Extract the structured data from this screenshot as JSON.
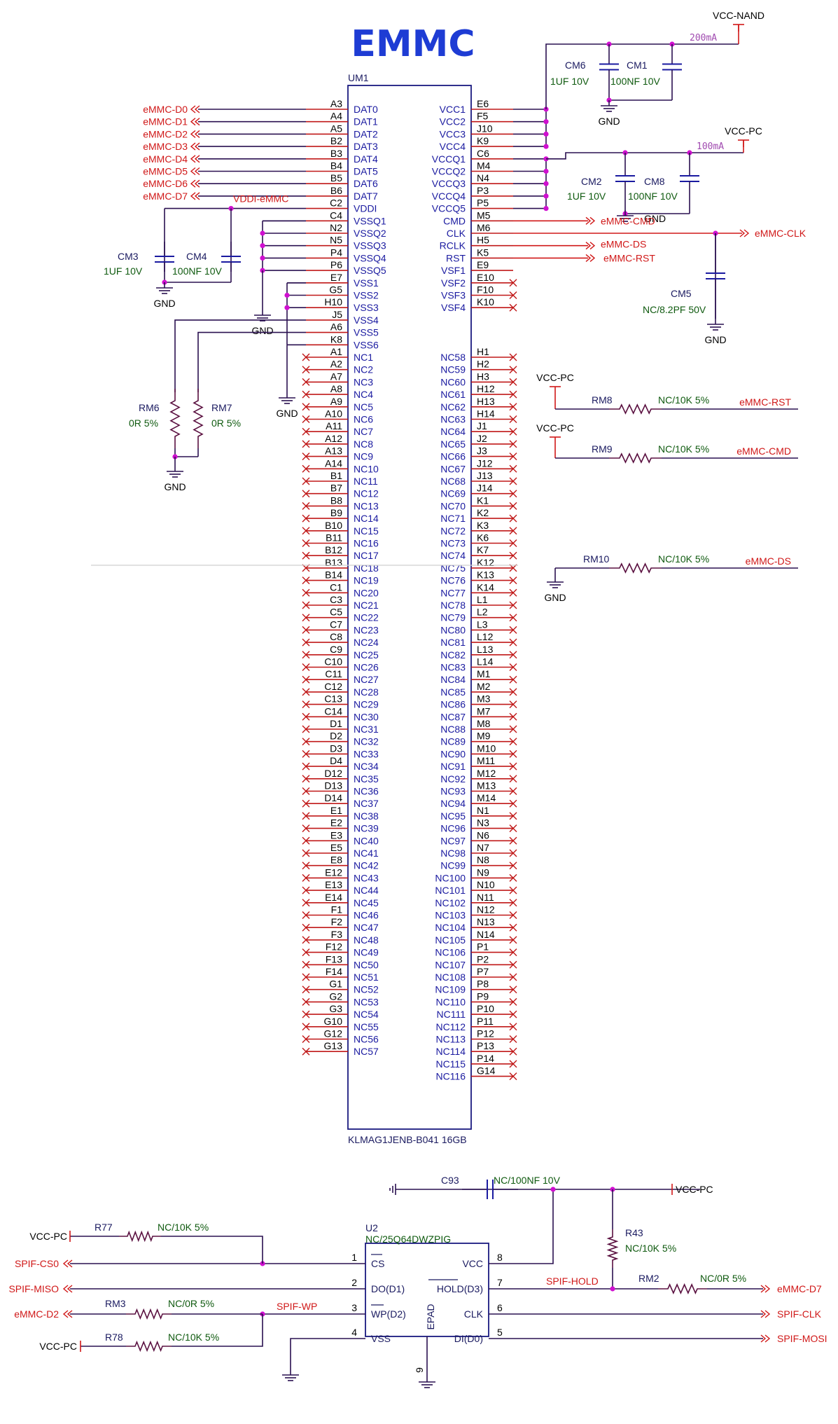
{
  "title": "EMMC",
  "ic": {
    "ref": "UM1",
    "part": "KLMAG1JENB-B041 16GB",
    "left_pins": [
      {
        "num": "A3",
        "name": "DAT0"
      },
      {
        "num": "A4",
        "name": "DAT1"
      },
      {
        "num": "A5",
        "name": "DAT2"
      },
      {
        "num": "B2",
        "name": "DAT3"
      },
      {
        "num": "B3",
        "name": "DAT4"
      },
      {
        "num": "B4",
        "name": "DAT5"
      },
      {
        "num": "B5",
        "name": "DAT6"
      },
      {
        "num": "B6",
        "name": "DAT7"
      },
      {
        "num": "C2",
        "name": "VDDI"
      },
      {
        "num": "C4",
        "name": "VSSQ1"
      },
      {
        "num": "N2",
        "name": "VSSQ2"
      },
      {
        "num": "N5",
        "name": "VSSQ3"
      },
      {
        "num": "P4",
        "name": "VSSQ4"
      },
      {
        "num": "P6",
        "name": "VSSQ5"
      },
      {
        "num": "E7",
        "name": "VSS1"
      },
      {
        "num": "G5",
        "name": "VSS2"
      },
      {
        "num": "H10",
        "name": "VSS3"
      },
      {
        "num": "J5",
        "name": "VSS4"
      },
      {
        "num": "A6",
        "name": "VSS5"
      },
      {
        "num": "K8",
        "name": "VSS6"
      }
    ],
    "left_nc_nums": [
      "A1",
      "A2",
      "A7",
      "A8",
      "A9",
      "A10",
      "A11",
      "A12",
      "A13",
      "A14",
      "B1",
      "B7",
      "B8",
      "B9",
      "B10",
      "B11",
      "B12",
      "B13",
      "B14",
      "C1",
      "C3",
      "C5",
      "C7",
      "C8",
      "C9",
      "C10",
      "C11",
      "C12",
      "C13",
      "C14",
      "D1",
      "D2",
      "D3",
      "D4",
      "D12",
      "D13",
      "D14",
      "E1",
      "E2",
      "E3",
      "E5",
      "E8",
      "E12",
      "E13",
      "E14",
      "F1",
      "F2",
      "F3",
      "F12",
      "F13",
      "F14",
      "G1",
      "G2",
      "G3",
      "G10",
      "G12",
      "G13"
    ],
    "right_pins": [
      {
        "num": "E6",
        "name": "VCC1"
      },
      {
        "num": "F5",
        "name": "VCC2"
      },
      {
        "num": "J10",
        "name": "VCC3"
      },
      {
        "num": "K9",
        "name": "VCC4"
      },
      {
        "num": "C6",
        "name": "VCCQ1"
      },
      {
        "num": "M4",
        "name": "VCCQ2"
      },
      {
        "num": "N4",
        "name": "VCCQ3"
      },
      {
        "num": "P3",
        "name": "VCCQ4"
      },
      {
        "num": "P5",
        "name": "VCCQ5"
      },
      {
        "num": "M5",
        "name": "CMD"
      },
      {
        "num": "M6",
        "name": "CLK"
      },
      {
        "num": "H5",
        "name": "RCLK"
      },
      {
        "num": "K5",
        "name": "RST"
      },
      {
        "num": "E9",
        "name": "VSF1"
      },
      {
        "num": "E10",
        "name": "VSF2"
      },
      {
        "num": "F10",
        "name": "VSF3"
      },
      {
        "num": "K10",
        "name": "VSF4"
      }
    ],
    "right_nc_nums": [
      "H1",
      "H2",
      "H3",
      "H12",
      "H13",
      "H14",
      "J1",
      "J2",
      "J3",
      "J12",
      "J13",
      "J14",
      "K1",
      "K2",
      "K3",
      "K6",
      "K7",
      "K12",
      "K13",
      "K14",
      "L1",
      "L2",
      "L3",
      "L12",
      "L13",
      "L14",
      "M1",
      "M2",
      "M3",
      "M7",
      "M8",
      "M9",
      "M10",
      "M11",
      "M12",
      "M13",
      "M14",
      "N1",
      "N3",
      "N6",
      "N7",
      "N8",
      "N9",
      "N10",
      "N11",
      "N12",
      "N13",
      "N14",
      "P1",
      "P2",
      "P7",
      "P8",
      "P9",
      "P10",
      "P11",
      "P12",
      "P13",
      "P14",
      "G14"
    ],
    "nc_left_start": 1,
    "nc_right_start": 58
  },
  "nets": {
    "d": [
      "eMMC-D0",
      "eMMC-D1",
      "eMMC-D2",
      "eMMC-D3",
      "eMMC-D4",
      "eMMC-D5",
      "eMMC-D6",
      "eMMC-D7"
    ],
    "cmd": "eMMC-CMD",
    "clk": "eMMC-CLK",
    "ds": "eMMC-DS",
    "rst": "eMMC-RST",
    "vddi": "VDDI-eMMC",
    "vcc_nand": "VCC-NAND",
    "vcc_pc": "VCC-PC",
    "gnd": "GND",
    "spif_wp": "SPIF-WP",
    "spif_hold": "SPIF-HOLD",
    "spif_cs0": "SPIF-CS0",
    "spif_miso": "SPIF-MISO",
    "spif_clk": "SPIF-CLK",
    "spif_mosi": "SPIF-MOSI",
    "emmc_d2": "eMMC-D2",
    "emmc_d7": "eMMC-D7"
  },
  "annotations": {
    "current_nand": "200mA",
    "current_pc": "100mA"
  },
  "components": {
    "CM6": {
      "ref": "CM6",
      "value": "1UF 10V"
    },
    "CM1": {
      "ref": "CM1",
      "value": "100NF 10V"
    },
    "CM2": {
      "ref": "CM2",
      "value": "1UF 10V"
    },
    "CM8": {
      "ref": "CM8",
      "value": "100NF 10V"
    },
    "CM3": {
      "ref": "CM3",
      "value": "1UF 10V"
    },
    "CM4": {
      "ref": "CM4",
      "value": "100NF 10V"
    },
    "CM5": {
      "ref": "CM5",
      "value": "NC/8.2PF 50V"
    },
    "RM6": {
      "ref": "RM6",
      "value": "0R 5%"
    },
    "RM7": {
      "ref": "RM7",
      "value": "0R 5%"
    },
    "RM8": {
      "ref": "RM8",
      "value": "NC/10K 5%"
    },
    "RM9": {
      "ref": "RM9",
      "value": "NC/10K 5%"
    },
    "RM10": {
      "ref": "RM10",
      "value": "NC/10K 5%"
    },
    "C93": {
      "ref": "C93",
      "value": "NC/100NF 10V"
    },
    "R43": {
      "ref": "R43",
      "value": "NC/10K 5%"
    },
    "R77": {
      "ref": "R77",
      "value": "NC/10K 5%"
    },
    "RM3": {
      "ref": "RM3",
      "value": "NC/0R 5%"
    },
    "R78": {
      "ref": "R78",
      "value": "NC/10K 5%"
    },
    "RM2": {
      "ref": "RM2",
      "value": "NC/0R 5%"
    }
  },
  "u2": {
    "ref": "U2",
    "part": "NC/25Q64DWZPIG",
    "left": [
      {
        "num": "1",
        "name": "CS"
      },
      {
        "num": "2",
        "name": "DO(D1)"
      },
      {
        "num": "3",
        "name": "WP(D2)"
      },
      {
        "num": "4",
        "name": "VSS"
      }
    ],
    "right": [
      {
        "num": "8",
        "name": "VCC"
      },
      {
        "num": "7",
        "name": "HOLD(D3)"
      },
      {
        "num": "6",
        "name": "CLK"
      },
      {
        "num": "5",
        "name": "DI(D0)"
      }
    ],
    "epad": {
      "num": "9",
      "name": "EPAD"
    }
  },
  "colors": {
    "wire": "#2a1050",
    "netred": "#d01818",
    "pin": "#c01818",
    "junction": "#d010d0",
    "chip": "#1a1a80"
  }
}
